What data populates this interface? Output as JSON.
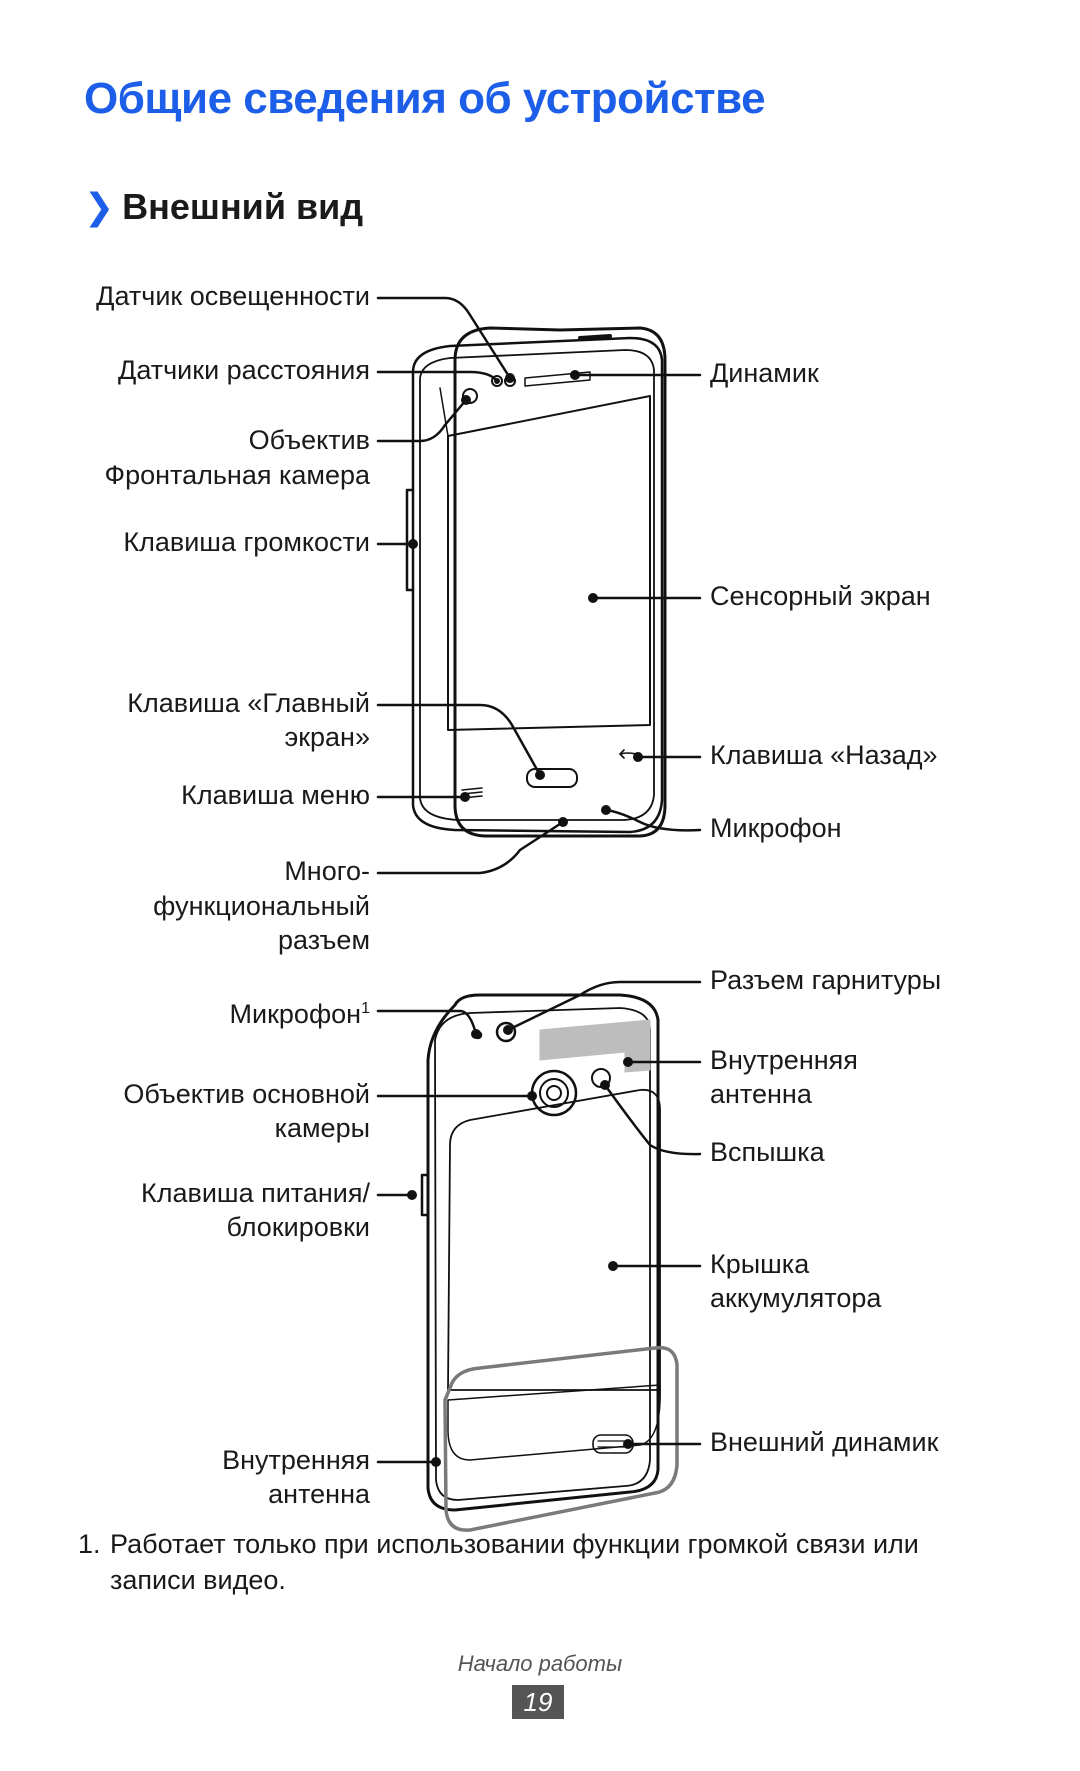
{
  "page": {
    "title": "Общие сведения об устройстве",
    "section_chevron": "❯",
    "section_title": "Внешний вид"
  },
  "front_labels": {
    "light_sensor": "Датчик освещенности",
    "proximity_sensors": "Датчики расстояния",
    "lens": "Объектив",
    "front_camera": "Фронтальная камера",
    "volume_key": "Клавиша громкости",
    "home_key_1": "Клавиша «Главный",
    "home_key_2": "экран»",
    "menu_key": "Клавиша меню",
    "multi_1": "Много-",
    "multi_2": "функциональный",
    "multi_3": "разъем",
    "speaker": "Динамик",
    "touchscreen": "Сенсорный экран",
    "back_key": "Клавиша «Назад»",
    "microphone": "Микрофон"
  },
  "back_labels": {
    "microphone_1": "Микрофон",
    "microphone_sup": "1",
    "main_lens_1": "Объектив основной",
    "main_lens_2": "камеры",
    "power_key_1": "Клавиша питания/",
    "power_key_2": "блокировки",
    "inner_antenna_bottom_1": "Внутренняя",
    "inner_antenna_bottom_2": "антенна",
    "headset_jack": "Разъем гарнитуры",
    "inner_antenna_top_1": "Внутренняя",
    "inner_antenna_top_2": "антенна",
    "flash": "Вспышка",
    "battery_cover_1": "Крышка",
    "battery_cover_2": "аккумулятора",
    "external_speaker": "Внешний динамик"
  },
  "footnote": {
    "number": "1.",
    "text": "Работает только при использовании функции громкой связи или записи видео."
  },
  "footer": {
    "section_name": "Начало работы",
    "page_number": "19"
  }
}
